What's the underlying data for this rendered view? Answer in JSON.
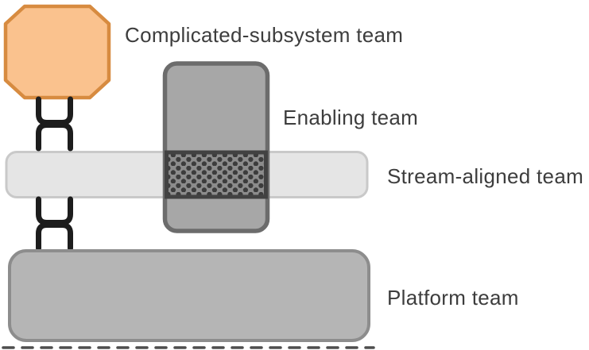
{
  "background": "#ffffff",
  "text_color": "#3d3d3d",
  "diagram": {
    "type": "team-topologies-overview",
    "teams": [
      {
        "id": "complicated-subsystem",
        "label": "Complicated-subsystem team",
        "shape": "octagon",
        "fill": "#fac28e",
        "stroke": "#d78b40"
      },
      {
        "id": "enabling",
        "label": "Enabling team",
        "shape": "tall-rounded-rect",
        "fill": "#a7a7a7",
        "stroke": "#6c6c6c"
      },
      {
        "id": "stream-aligned",
        "label": "Stream-aligned team",
        "shape": "wide-rounded-bar",
        "fill": "#e5e5e5",
        "stroke": "#c9c9c9"
      },
      {
        "id": "platform",
        "label": "Platform team",
        "shape": "wide-rounded-rect",
        "fill": "#b5b5b5",
        "stroke": "#8d8d8d"
      }
    ],
    "overlap": {
      "between": "enabling + stream-aligned",
      "fill": "#8c8c8c",
      "dot_color": "#3c3c3c",
      "stroke": "#424242"
    },
    "connectors": [
      {
        "id": "xaas-top",
        "type": "x-as-a-service-brackets",
        "from": "complicated-subsystem",
        "to": "stream-aligned",
        "color": "#1d1d1d"
      },
      {
        "id": "xaas-bottom",
        "type": "x-as-a-service-brackets",
        "from": "stream-aligned",
        "to": "platform",
        "color": "#1d1d1d"
      }
    ],
    "bottom_dashed_line": {
      "color": "#4e4e4e"
    }
  }
}
